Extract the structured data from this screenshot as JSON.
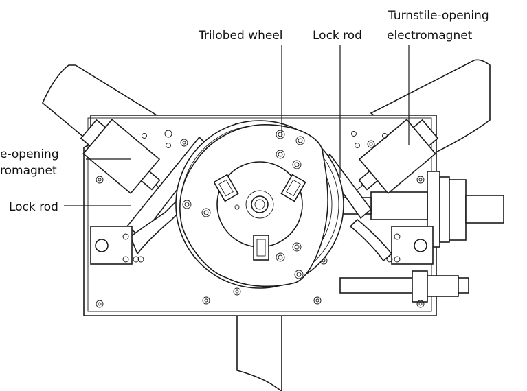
{
  "labels": {
    "trilobed_wheel": "Trilobed wheel",
    "lock_rod_top": "Lock rod",
    "right_em_line1": "Turnstile-opening",
    "right_em_line2": "electromagnet",
    "left_em_line1": "e-opening",
    "left_em_line2": "romagnet",
    "lock_rod_left": "Lock rod"
  }
}
